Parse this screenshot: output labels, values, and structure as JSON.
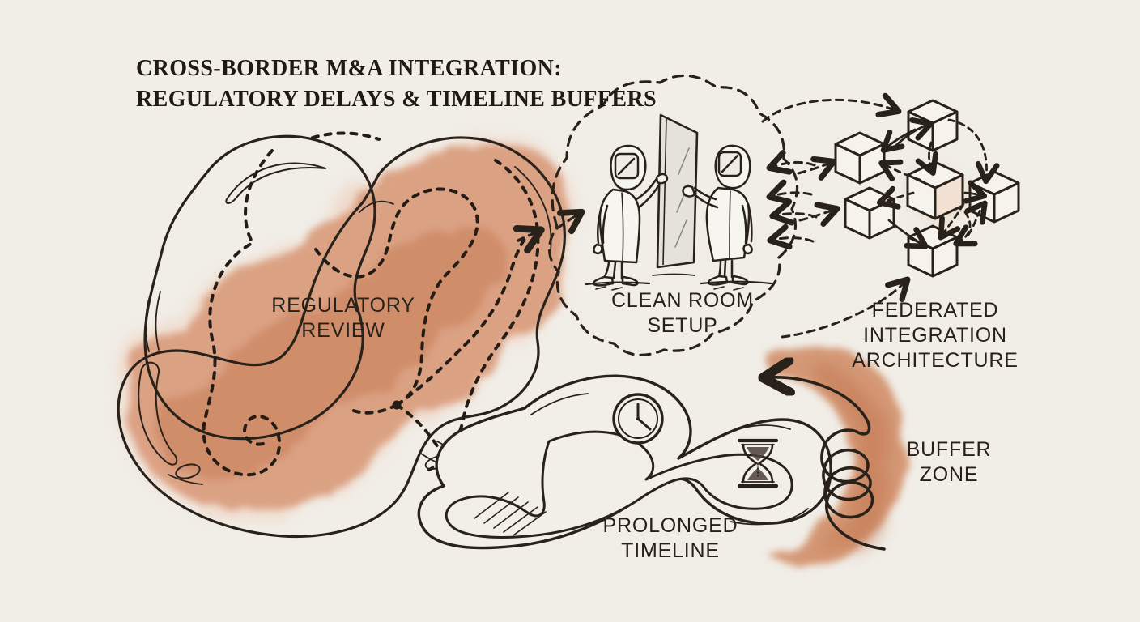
{
  "colors": {
    "background": "#f2efe8",
    "ink": "#29221b",
    "wash_light": "#eec8b2",
    "wash_mid": "#d89877",
    "wash_dark": "#c47a53"
  },
  "title": {
    "text": "CROSS-BORDER M&A INTEGRATION:\nREGULATORY DELAYS & TIMELINE BUFFERS"
  },
  "nodes": {
    "regulatory_review": {
      "label": "REGULATORY\nREVIEW"
    },
    "clean_room": {
      "label": "CLEAN ROOM\nSETUP"
    },
    "federated_integration": {
      "label": "FEDERATED\nINTEGRATION\nARCHITECTURE"
    },
    "prolonged_timeline": {
      "label": "PROLONGED\nTIMELINE"
    },
    "buffer_zone": {
      "label": "BUFFER\nZONE"
    }
  },
  "icons": {
    "clock": "clock-icon",
    "hourglass": "hourglass-icon",
    "cubes": "cube-network-icon",
    "figures": "hazmat-figures-icon",
    "glass_panel": "glass-panel-icon",
    "cloud": "dashed-cloud-icon",
    "spiral_arrow": "spiral-arrow-icon"
  }
}
